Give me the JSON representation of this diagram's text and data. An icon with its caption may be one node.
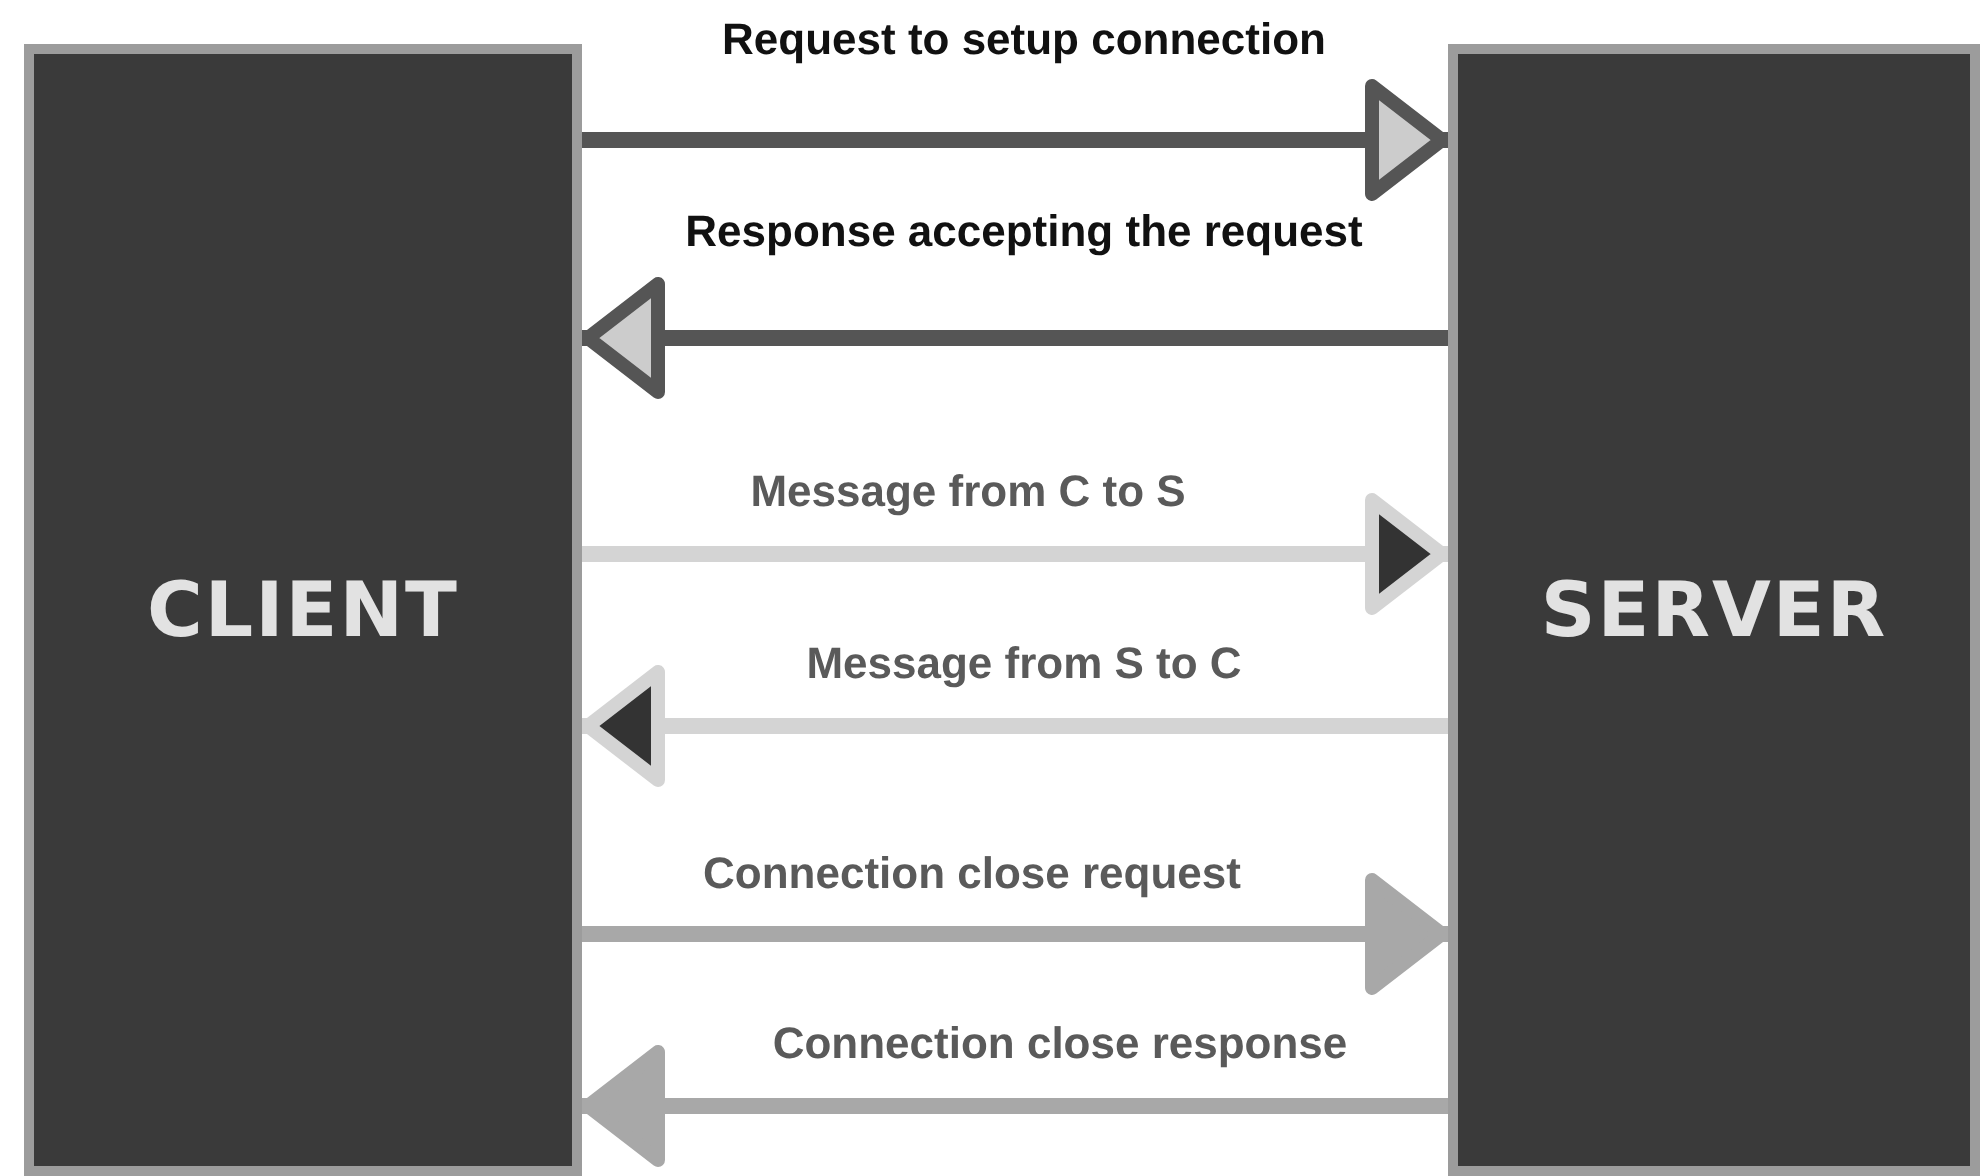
{
  "diagram": {
    "nodes": [
      {
        "text": [
          "CLIENT"
        ]
      },
      {
        "text": [
          "SERVER"
        ]
      }
    ],
    "edges": [
      {
        "from": 0,
        "to": 1,
        "arrow": "to",
        "label": "Request to setup connection",
        "color": "#555555"
      },
      {
        "from": 1,
        "to": 0,
        "arrow": "to",
        "label": "Response accepting the request",
        "color": "#555555"
      },
      {
        "from": 0,
        "to": 1,
        "arrow": "to",
        "label": "Message from C to S",
        "color": "#d4d4d4"
      },
      {
        "from": 1,
        "to": 0,
        "arrow": "to",
        "label": "Message from S to C",
        "color": "#d4d4d4"
      },
      {
        "from": 0,
        "to": 1,
        "arrow": "to",
        "label": "Connection close request",
        "color": "#a8a8a8"
      },
      {
        "from": 1,
        "to": 0,
        "arrow": "to",
        "label": "Connection close response",
        "color": "#a8a8a8"
      }
    ]
  }
}
